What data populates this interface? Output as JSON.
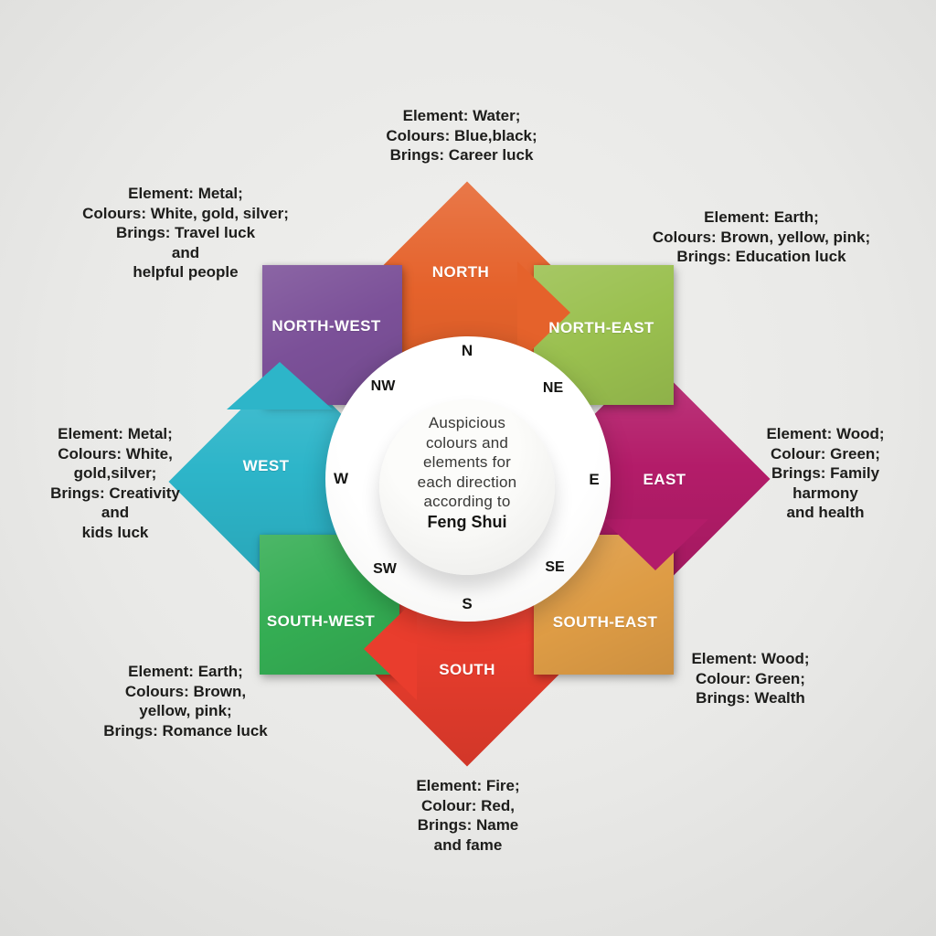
{
  "title_circle": {
    "lines": [
      "Auspicious",
      "colours and",
      "elements for",
      "each direction",
      "according to"
    ],
    "emphasis": "Feng Shui"
  },
  "compass": {
    "n": "N",
    "ne": "NE",
    "e": "E",
    "se": "SE",
    "s": "S",
    "sw": "SW",
    "w": "W",
    "nw": "NW"
  },
  "directions": {
    "north": {
      "label": "NORTH",
      "shape": "diamond",
      "color": "#e5622b",
      "info": [
        "Element: Water;",
        "Colours: Blue,black;",
        "Brings: Career luck"
      ]
    },
    "north_east": {
      "label": "NORTH-EAST",
      "shape": "square",
      "color": "#9ac04f",
      "info": [
        "Element: Earth;",
        "Colours: Brown, yellow, pink;",
        "Brings: Education luck"
      ]
    },
    "east": {
      "label": "EAST",
      "shape": "diamond",
      "color": "#b31c69",
      "info": [
        "Element: Wood;",
        "Colour: Green;",
        "Brings: Family",
        "harmony",
        "and health"
      ]
    },
    "south_east": {
      "label": "SOUTH-EAST",
      "shape": "square",
      "color": "#de9c45",
      "info": [
        "Element: Wood;",
        "Colour: Green;",
        "Brings: Wealth"
      ]
    },
    "south": {
      "label": "SOUTH",
      "shape": "diamond",
      "color": "#e93d2d",
      "info": [
        "Element: Fire;",
        "Colour: Red,",
        "Brings: Name",
        "and fame"
      ]
    },
    "south_west": {
      "label": "SOUTH-WEST",
      "shape": "square",
      "color": "#34ad53",
      "info": [
        "Element: Earth;",
        "Colours: Brown,",
        "yellow, pink;",
        "Brings: Romance luck"
      ]
    },
    "west": {
      "label": "WEST",
      "shape": "diamond",
      "color": "#2db5c9",
      "info": [
        "Element: Metal;",
        "Colours: White,",
        "gold,silver;",
        "Brings: Creativity",
        "and",
        "kids luck"
      ]
    },
    "north_west": {
      "label": "NORTH-WEST",
      "shape": "square",
      "color": "#7b5098",
      "info": [
        "Element: Metal;",
        "Colours: White, gold, silver;",
        "Brings: Travel luck",
        "and",
        "helpful people"
      ]
    }
  }
}
